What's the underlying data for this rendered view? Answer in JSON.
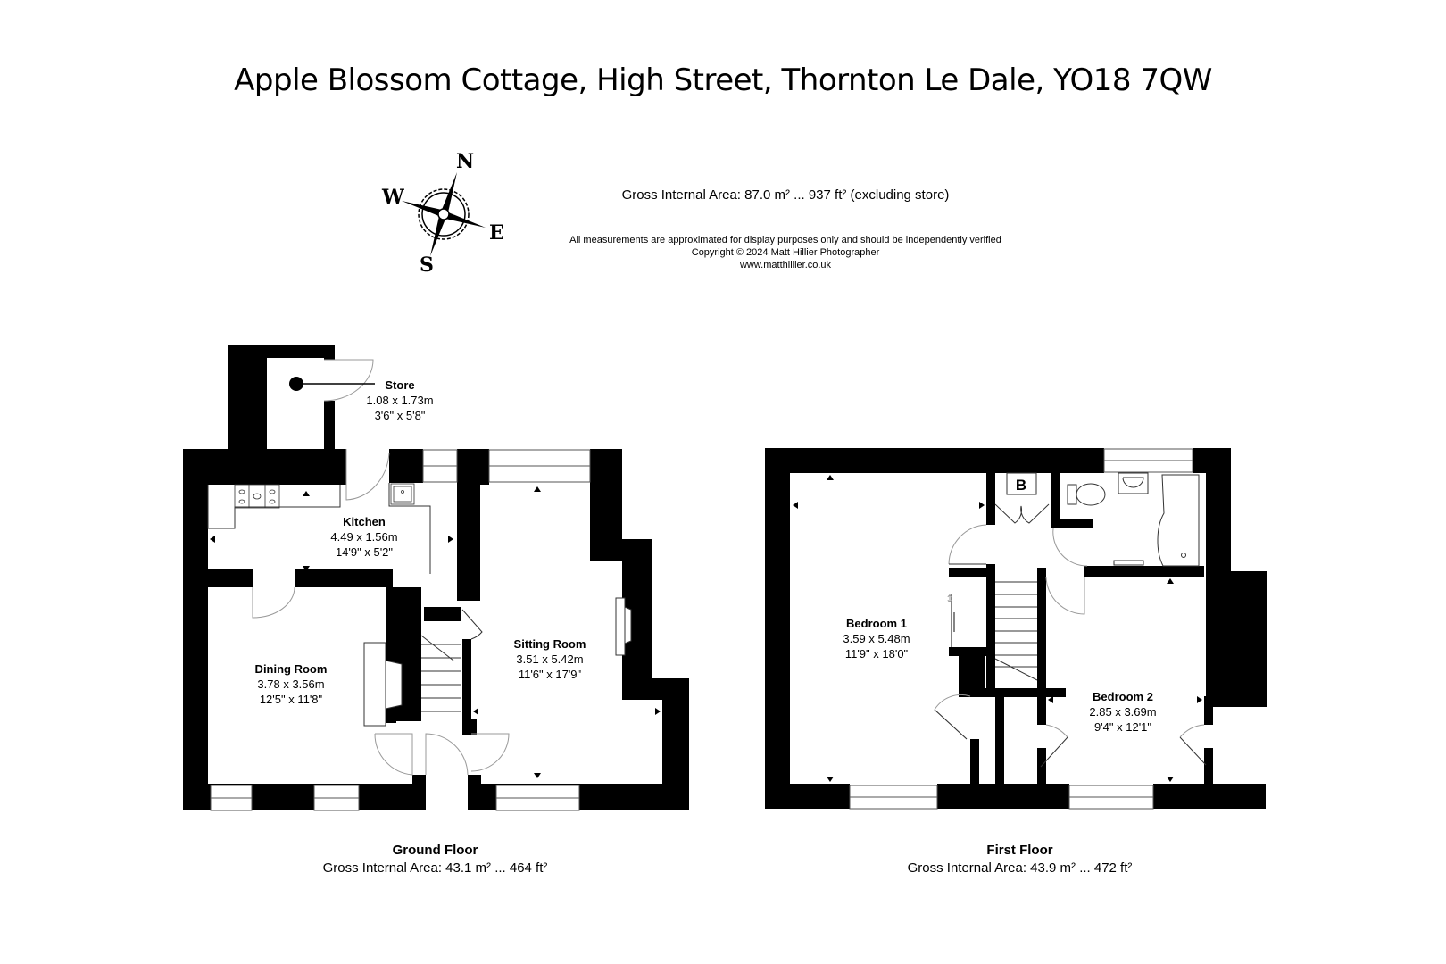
{
  "header": {
    "title": "Apple Blossom Cottage, High Street, Thornton Le Dale, YO18 7QW"
  },
  "compass": {
    "north": "N",
    "east": "E",
    "south": "S",
    "west": "W",
    "icon": "compass-rose-icon"
  },
  "summary": {
    "gross_internal_area": "Gross Internal Area: 87.0 m² ... 937 ft² (excluding store)",
    "disclaimer": "All measurements are approximated for display purposes only and should be independently verified",
    "copyright": "Copyright © 2024 Matt Hillier Photographer",
    "website": "www.matthillier.co.uk"
  },
  "floors": {
    "ground": {
      "name": "Ground Floor",
      "area": "Gross Internal Area: 43.1 m² ... 464 ft²",
      "rooms": {
        "store": {
          "name": "Store",
          "metric": "1.08 x 1.73m",
          "imperial": "3'6\" x 5'8\""
        },
        "kitchen": {
          "name": "Kitchen",
          "metric": "4.49 x 1.56m",
          "imperial": "14'9\" x 5'2\""
        },
        "dining": {
          "name": "Dining Room",
          "metric": "3.78 x 3.56m",
          "imperial": "12'5\" x 11'8\""
        },
        "sitting": {
          "name": "Sitting Room",
          "metric": "3.51 x 5.42m",
          "imperial": "11'6\" x 17'9\""
        }
      }
    },
    "first": {
      "name": "First Floor",
      "area": "Gross Internal Area: 43.9 m² ... 472 ft²",
      "boiler_label": "B",
      "rooms": {
        "bedroom1": {
          "name": "Bedroom 1",
          "metric": "3.59 x 5.48m",
          "imperial": "11'9\" x 18'0\""
        },
        "bedroom2": {
          "name": "Bedroom 2",
          "metric": "2.85 x 3.69m",
          "imperial": "9'4\" x 12'1\""
        }
      }
    }
  },
  "colors": {
    "wall": "#000000",
    "background": "#ffffff",
    "door_arc": "#999999",
    "fixture_line": "#333333"
  }
}
